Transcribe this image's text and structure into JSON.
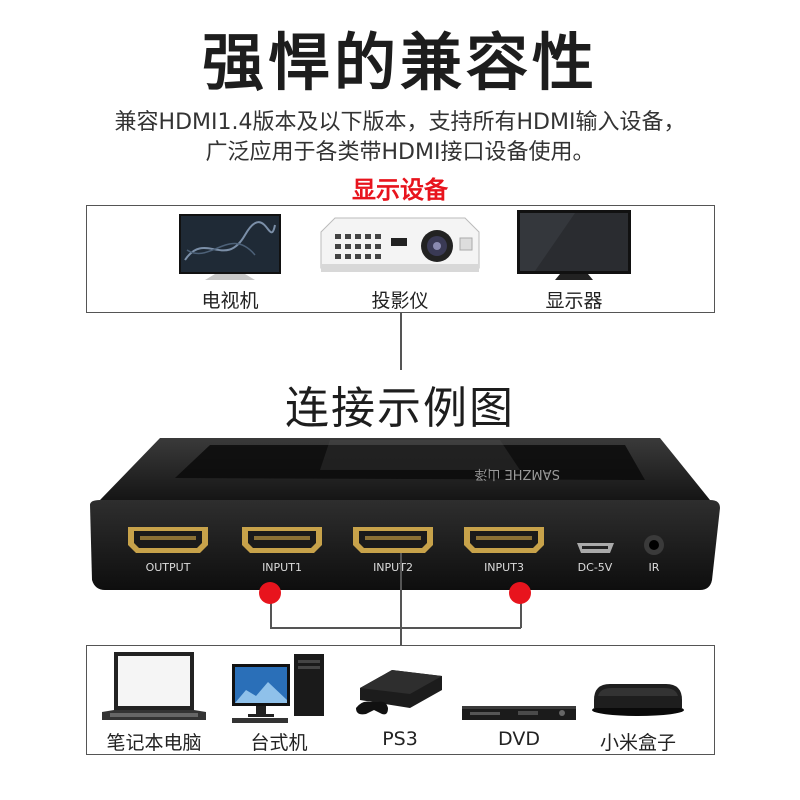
{
  "title": "强悍的兼容性",
  "description": [
    "兼容HDMI1.4版本及以下版本，支持所有HDMI输入设备，",
    "广泛应用于各类带HDMI接口设备使用。"
  ],
  "display_section_label": "显示设备",
  "display_devices": [
    {
      "label": "电视机",
      "icon": "tv-icon"
    },
    {
      "label": "投影仪",
      "icon": "projector-icon"
    },
    {
      "label": "显示器",
      "icon": "monitor-icon"
    }
  ],
  "connection_title": "连接示例图",
  "switch": {
    "brand": "SAMZHE 山泽",
    "ports": [
      "OUTPUT",
      "INPUT1",
      "INPUT2",
      "INPUT3",
      "DC-5V",
      "IR"
    ]
  },
  "source_devices": [
    {
      "label": "笔记本电脑",
      "icon": "laptop-icon"
    },
    {
      "label": "台式机",
      "icon": "desktop-icon"
    },
    {
      "label": "PS3",
      "icon": "ps3-icon"
    },
    {
      "label": "DVD",
      "icon": "dvd-icon"
    },
    {
      "label": "小米盒子",
      "icon": "xiaomi-box-icon"
    }
  ],
  "colors": {
    "accent_red": "#e8141d",
    "device_body": "#1b1b1b"
  }
}
